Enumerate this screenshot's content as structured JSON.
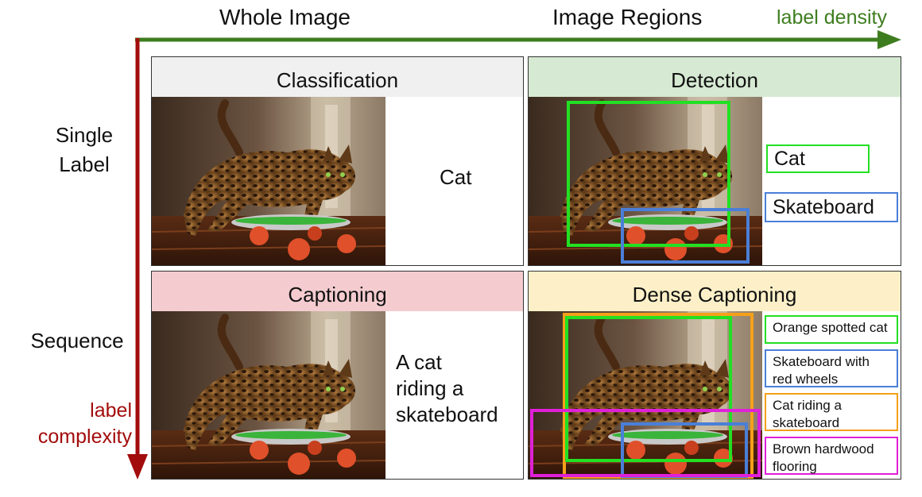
{
  "columns": {
    "whole": "Whole Image",
    "regions": "Image Regions"
  },
  "axes": {
    "horizontal": {
      "label": "label density",
      "color": "#3e7d1f"
    },
    "vertical": {
      "label_line1": "label",
      "label_line2": "complexity",
      "color": "#a30c0c"
    }
  },
  "rows": {
    "single": {
      "line1": "Single",
      "line2": "Label"
    },
    "sequence": "Sequence"
  },
  "panels": {
    "classification": {
      "title": "Classification",
      "header_color": "#f0f0f0",
      "answer": "Cat"
    },
    "detection": {
      "title": "Detection",
      "header_color": "#d6e9d2",
      "labels": [
        {
          "text": "Cat",
          "color": "#22e022"
        },
        {
          "text": "Skateboard",
          "color": "#4a7fd8"
        }
      ]
    },
    "captioning": {
      "title": "Captioning",
      "header_color": "#f4ccd0",
      "answer_lines": [
        "A cat",
        "riding a",
        "skateboard"
      ]
    },
    "dense": {
      "title": "Dense Captioning",
      "header_color": "#fdf0c8",
      "labels": [
        {
          "text": "Orange spotted cat",
          "color": "#22e022"
        },
        {
          "text": "Skateboard with red wheels",
          "color": "#4a7fd8"
        },
        {
          "text": "Cat riding a skateboard",
          "color": "#f5a01a"
        },
        {
          "text": "Brown hardwood flooring",
          "color": "#e020d8"
        }
      ]
    }
  },
  "photo": {
    "subject": "cat-on-skateboard-photo"
  }
}
